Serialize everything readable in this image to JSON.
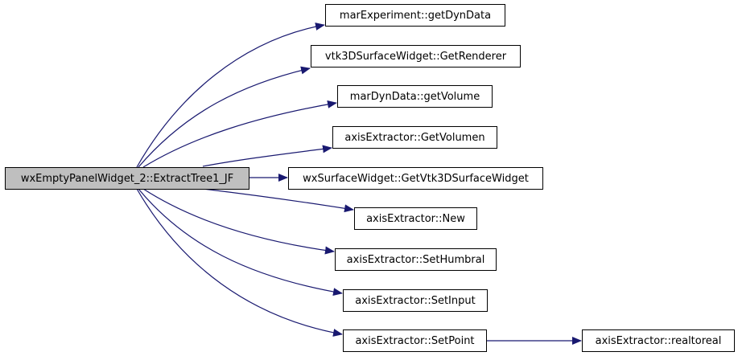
{
  "diagram": {
    "type": "call-graph",
    "edge_color": "#191970",
    "root": {
      "label": "wxEmptyPanelWidget_2::ExtractTree1_JF",
      "fill": "#bfbfbf"
    },
    "callees": [
      {
        "id": "n1",
        "label": "marExperiment::getDynData"
      },
      {
        "id": "n2",
        "label": "vtk3DSurfaceWidget::GetRenderer"
      },
      {
        "id": "n3",
        "label": "marDynData::getVolume"
      },
      {
        "id": "n4",
        "label": "axisExtractor::GetVolumen"
      },
      {
        "id": "n5",
        "label": "wxSurfaceWidget::GetVtk3DSurfaceWidget"
      },
      {
        "id": "n6",
        "label": "axisExtractor::New"
      },
      {
        "id": "n7",
        "label": "axisExtractor::SetHumbral"
      },
      {
        "id": "n8",
        "label": "axisExtractor::SetInput"
      },
      {
        "id": "n9",
        "label": "axisExtractor::SetPoint"
      },
      {
        "id": "n10",
        "label": "axisExtractor::realtoreal"
      }
    ],
    "edges": [
      [
        "root",
        "n1"
      ],
      [
        "root",
        "n2"
      ],
      [
        "root",
        "n3"
      ],
      [
        "root",
        "n4"
      ],
      [
        "root",
        "n5"
      ],
      [
        "root",
        "n6"
      ],
      [
        "root",
        "n7"
      ],
      [
        "root",
        "n8"
      ],
      [
        "root",
        "n9"
      ],
      [
        "n9",
        "n10"
      ]
    ]
  }
}
